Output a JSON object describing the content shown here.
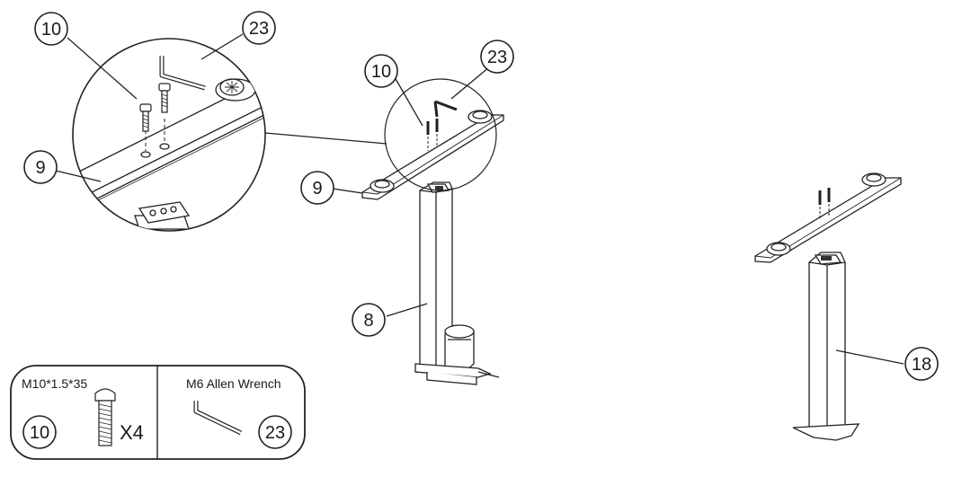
{
  "diagram": {
    "callouts": {
      "zoom_screw": "10",
      "zoom_wrench": "23",
      "zoom_plate": "9",
      "main_screw": "10",
      "main_wrench": "23",
      "main_plate": "9",
      "main_leg": "8",
      "right_leg": "18"
    },
    "parts_box": {
      "screw_spec": "M10*1.5*35",
      "screw_number": "10",
      "screw_quantity": "X4",
      "wrench_name": "M6 Allen Wrench",
      "wrench_number": "23"
    }
  }
}
